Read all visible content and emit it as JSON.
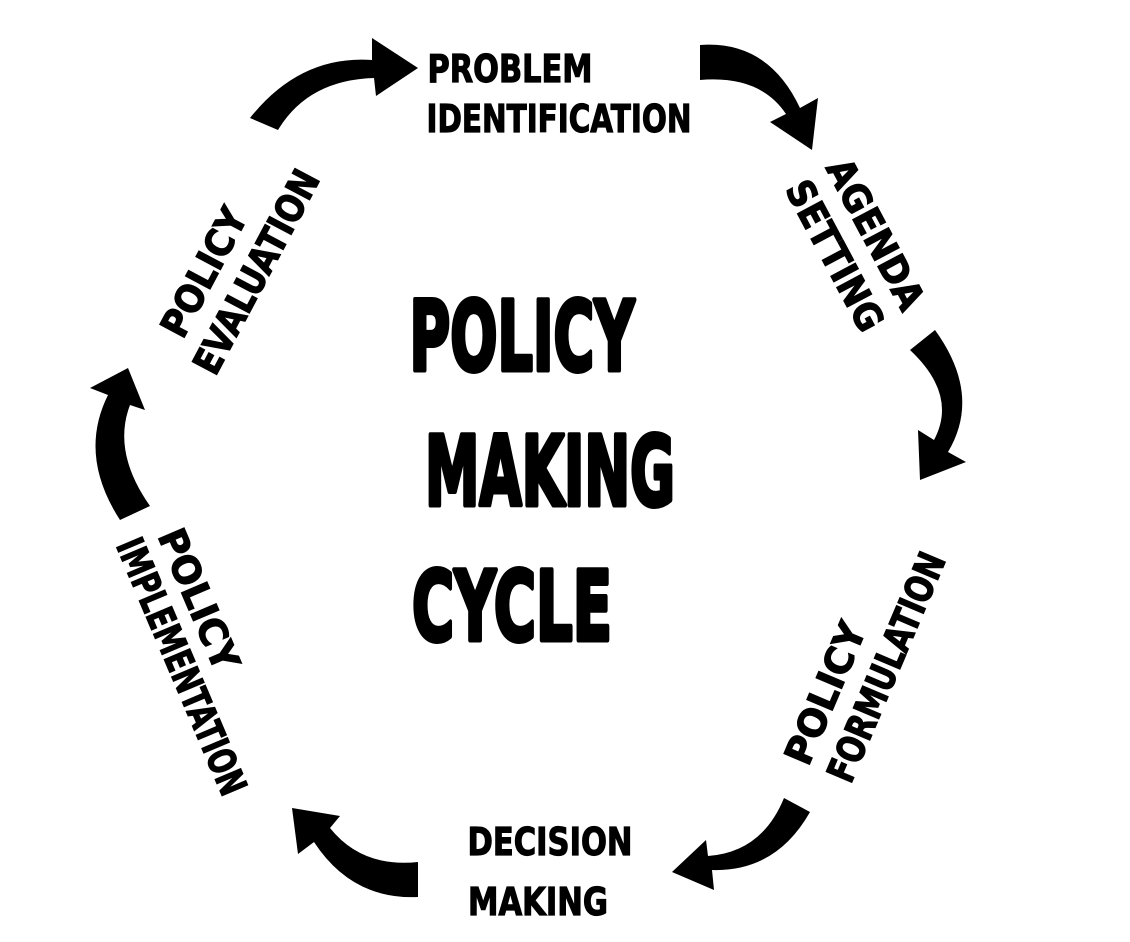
{
  "title": {
    "line1": "POLICY",
    "line2": "MAKING",
    "line3": "CYCLE"
  },
  "stages": {
    "problem_identification": {
      "line1": "PROBLEM",
      "line2": "IDENTIFICATION"
    },
    "agenda_setting": {
      "line1": "AGENDA",
      "line2": "SETTING"
    },
    "policy_formulation": {
      "line1": "POLICY",
      "line2": "FORMULATION"
    },
    "decision_making": {
      "line1": "DECISION",
      "line2": "MAKING"
    },
    "policy_implementation": {
      "line1": "POLICY",
      "line2": "IMPLEMENTATION"
    },
    "policy_evaluation": {
      "line1": "POLICY",
      "line2": "EVALUATION"
    }
  },
  "colors": {
    "ink": "#000000",
    "background": "#ffffff"
  }
}
